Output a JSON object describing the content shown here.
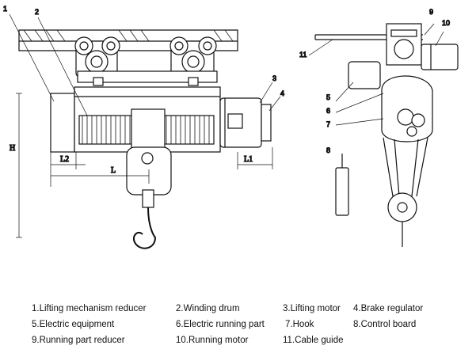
{
  "drawing": {
    "callouts": [
      "1",
      "2",
      "3",
      "4",
      "5",
      "6",
      "7",
      "8",
      "9",
      "10",
      "11"
    ],
    "dimensions": {
      "height": "H",
      "length": "L",
      "l1": "L1",
      "l2": "L2"
    }
  },
  "legend": [
    {
      "text": "1.Lifting mechanism reducer"
    },
    {
      "text": "2.Winding drum"
    },
    {
      "text": "3.Lifting motor"
    },
    {
      "text": "4.Brake regulator"
    },
    {
      "text": "5.Electric equipment"
    },
    {
      "text": "6.Electric running part"
    },
    {
      "text": "7.Hook"
    },
    {
      "text": "8.Control board"
    },
    {
      "text": "9.Running part reducer"
    },
    {
      "text": "10.Running motor"
    },
    {
      "text": "11.Cable guide"
    }
  ]
}
